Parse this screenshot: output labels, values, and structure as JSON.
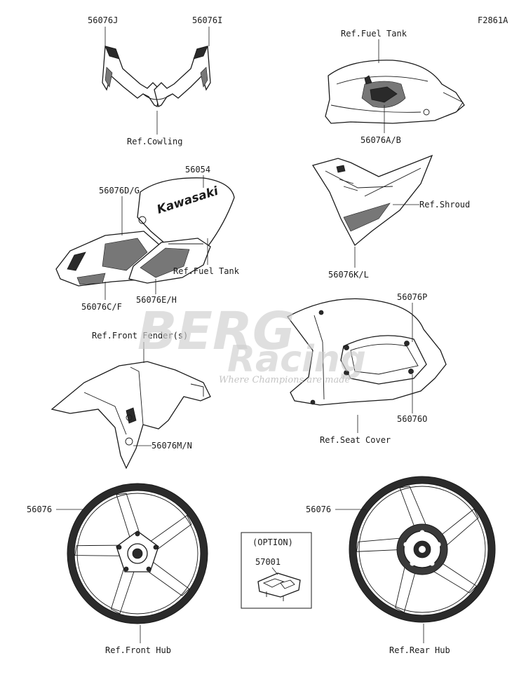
{
  "figure_code": "F2861A",
  "labels": {
    "p56076J": "56076J",
    "p56076I": "56076I",
    "ref_cowling": "Ref.Cowling",
    "ref_fuel_tank_top": "Ref.Fuel Tank",
    "p56076AB": "56076A/B",
    "p56054": "56054",
    "p56076DG": "56076D/G",
    "ref_fuel_tank_mid": "Ref.Fuel Tank",
    "p56076CF": "56076C/F",
    "p56076EH": "56076E/H",
    "ref_shroud": "Ref.Shroud",
    "p56076KL": "56076K/L",
    "p56076P": "56076P",
    "p56076O": "56076O",
    "ref_seat_cover": "Ref.Seat Cover",
    "ref_front_fender": "Ref.Front Fender(s)",
    "p56076MN": "56076M/N",
    "p56076_left": "56076",
    "p56076_right": "56076",
    "option": "(OPTION)",
    "p57001": "57001",
    "ref_front_hub": "Ref.Front Hub",
    "ref_rear_hub": "Ref.Rear Hub"
  },
  "decal_brand_text": "Kawasaki",
  "watermark": {
    "line1": "BERG",
    "line2": "Racing",
    "tagline": "Where Champions are made"
  }
}
